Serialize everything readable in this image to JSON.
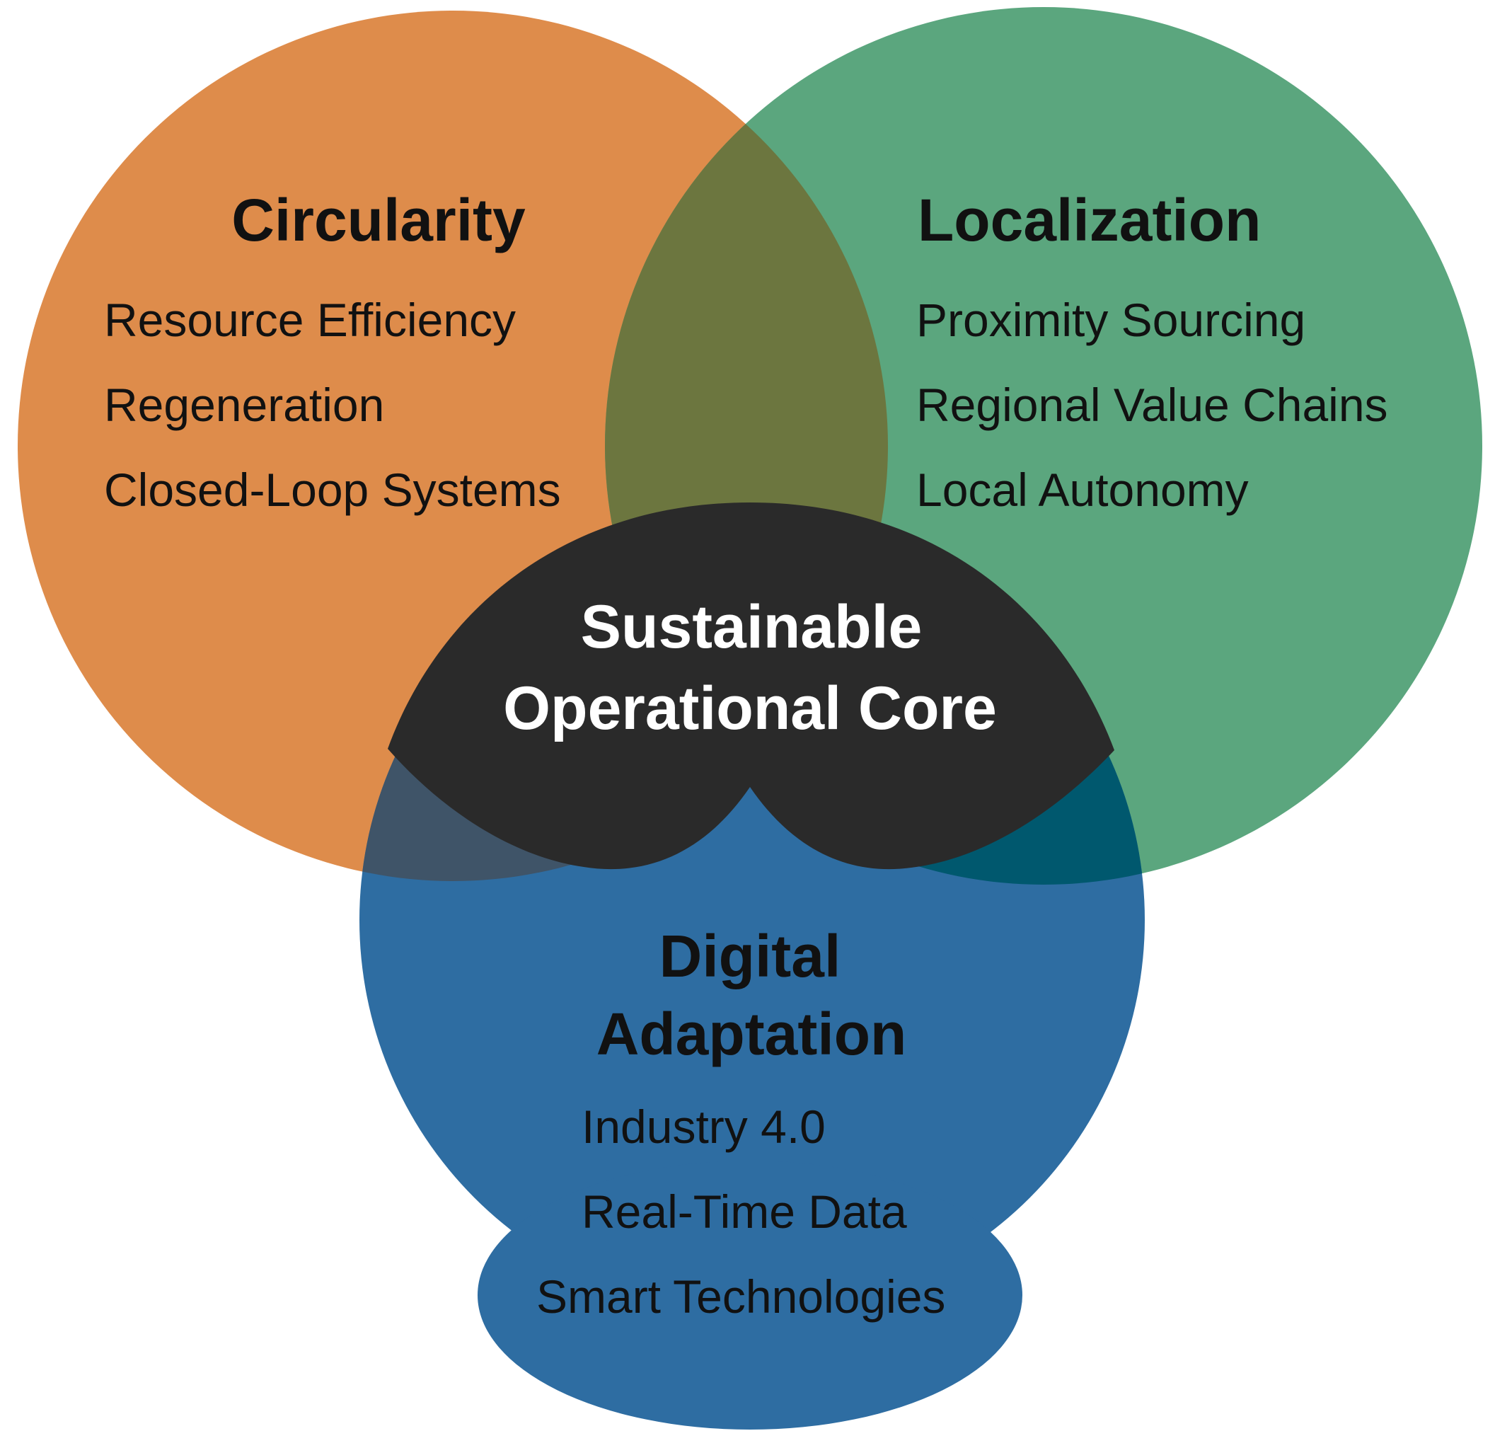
{
  "diagram": {
    "circularity": {
      "title": "Circularity",
      "items": [
        "Resource Efficiency",
        "Regeneration",
        "Closed-Loop Systems"
      ],
      "color": "#DE8C4B"
    },
    "localization": {
      "title": "Localization",
      "items": [
        "Proximity Sourcing",
        "Regional Value Chains",
        "Local Autonomy"
      ],
      "color": "#5BA67E"
    },
    "digital": {
      "title_lines": [
        "Digital",
        "Adaptation"
      ],
      "items": [
        "Industry 4.0",
        "Real-Time Data",
        "Smart Technologies"
      ],
      "color": "#2E6DA2"
    },
    "core": {
      "lines": [
        "Sustainable",
        "Operational Core"
      ],
      "color": "#2A2A2A"
    },
    "overlap_colors": {
      "circularity_localization": "#6C763F",
      "circularity_digital": "#3F5468",
      "localization_digital": "#00586E",
      "all_three": "#123F5F"
    }
  }
}
